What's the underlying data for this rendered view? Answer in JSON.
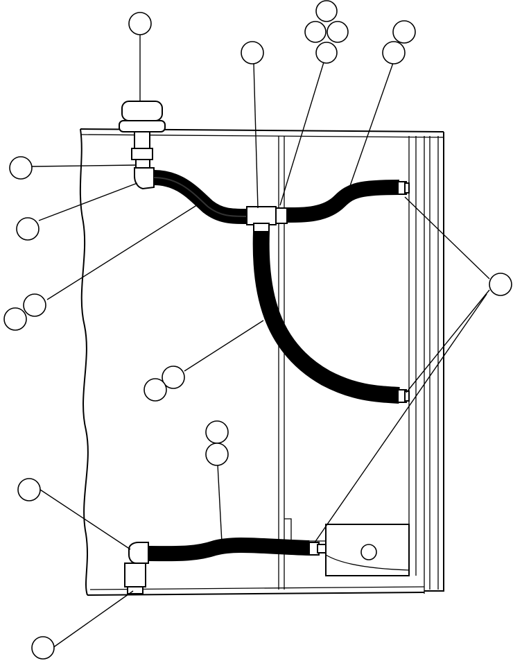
{
  "diagram": {
    "callouts": [
      {
        "id": "c1"
      },
      {
        "id": "c2"
      },
      {
        "id": "c3"
      },
      {
        "id": "c4"
      },
      {
        "id": "c5"
      },
      {
        "id": "c6"
      },
      {
        "id": "c7"
      },
      {
        "id": "c8"
      },
      {
        "id": "c9"
      },
      {
        "id": "c10"
      },
      {
        "id": "c11"
      },
      {
        "id": "c12"
      },
      {
        "id": "c13"
      },
      {
        "id": "c14"
      },
      {
        "id": "c15"
      },
      {
        "id": "c16"
      },
      {
        "id": "c17"
      },
      {
        "id": "c18"
      },
      {
        "id": "c19"
      },
      {
        "id": "c20"
      },
      {
        "id": "c21"
      },
      {
        "id": "c22"
      }
    ]
  }
}
